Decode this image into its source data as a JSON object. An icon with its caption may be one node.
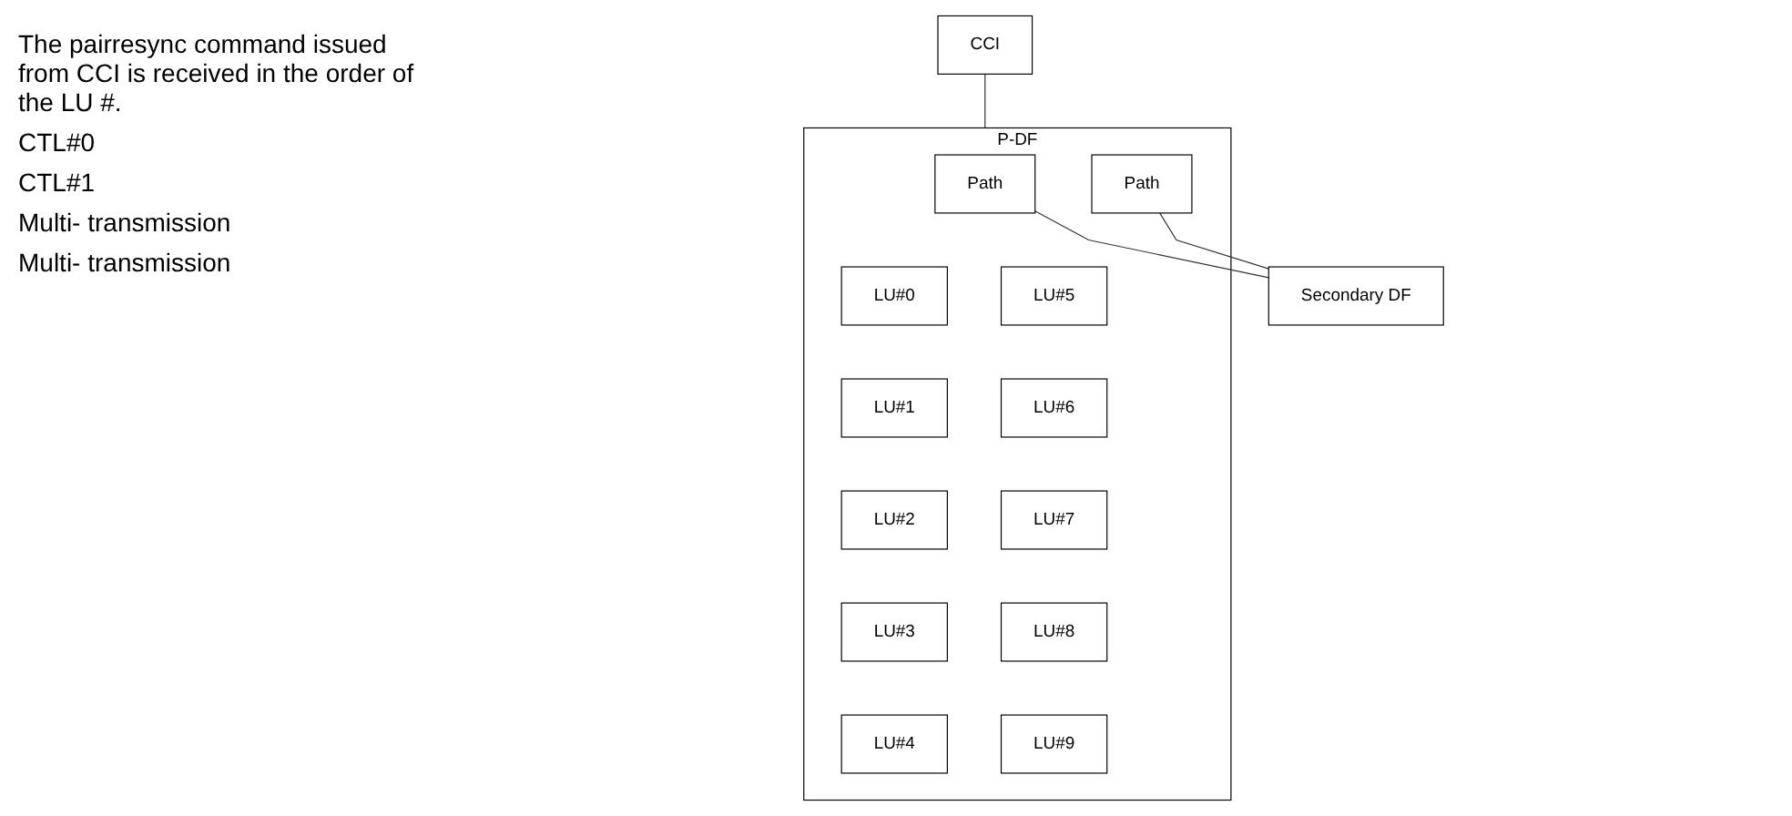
{
  "diagram": {
    "nodes": [
      {
        "text": [
          "CCI"
        ]
      },
      {
        "text": [
          "P-DF"
        ]
      },
      {
        "text": [
          "Path"
        ],
        "in": 1
      },
      {
        "text": [
          "Path"
        ],
        "in": 1
      },
      {
        "text": [
          "Secondary DF"
        ]
      },
      {
        "text": [
          "LU#0"
        ],
        "in": 1
      },
      {
        "text": [
          "LU#1"
        ],
        "in": 1
      },
      {
        "text": [
          "LU#2"
        ],
        "in": 1
      },
      {
        "text": [
          "LU#3"
        ],
        "in": 1
      },
      {
        "text": [
          "LU#4"
        ],
        "in": 1
      },
      {
        "text": [
          "LU#5"
        ],
        "in": 1
      },
      {
        "text": [
          "LU#6"
        ],
        "in": 1
      },
      {
        "text": [
          "LU#7"
        ],
        "in": 1
      },
      {
        "text": [
          "LU#8"
        ],
        "in": 1
      },
      {
        "text": [
          "LU#9"
        ],
        "in": 1
      }
    ],
    "edges": [
      {
        "from": 0,
        "to": 1,
        "arrow": "none"
      },
      {
        "from": 2,
        "to": 4,
        "arrow": "none"
      },
      {
        "from": 3,
        "to": 4,
        "arrow": "none"
      }
    ],
    "labels": [
      "The pairresync command issued from CCI is received in the order of the LU #.",
      "CTL#0",
      "CTL#1",
      "Multi- transmission",
      "Multi- transmission"
    ]
  }
}
